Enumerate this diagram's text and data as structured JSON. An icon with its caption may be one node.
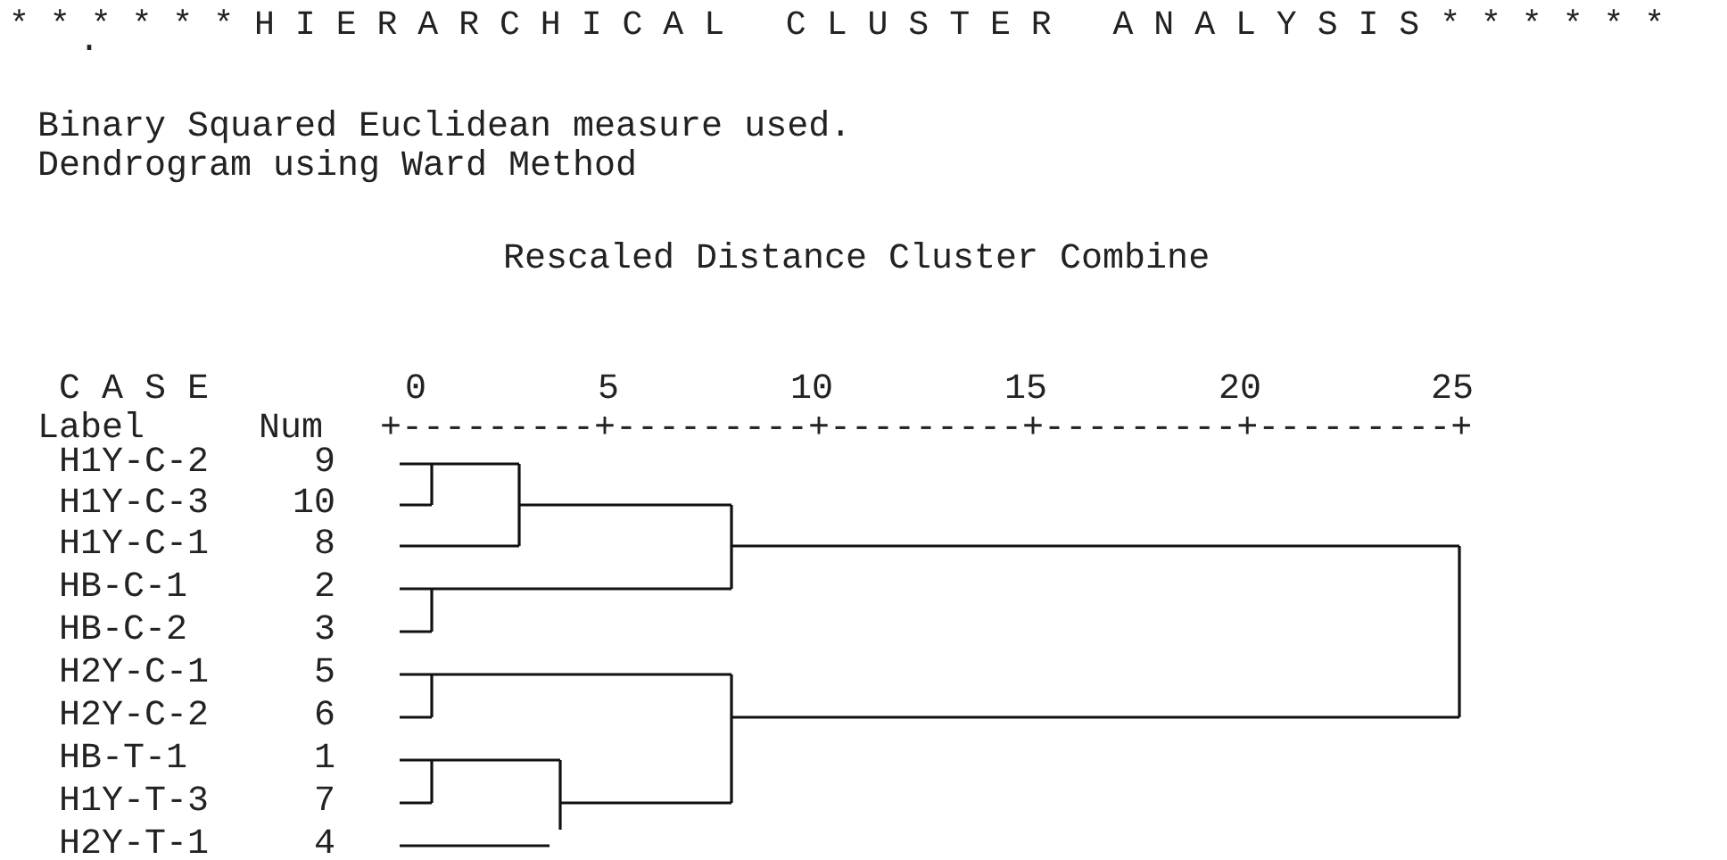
{
  "diagram": {
    "title": "* * * * * * H I E R A R C H I C A L   C L U S T E R   A N A L Y S I S * * * * * *",
    "labels": [
      ".",
      "Binary Squared Euclidean measure used.",
      "Dendrogram using Ward Method",
      "Rescaled Distance Cluster Combine",
      "C A S E",
      "0",
      "5",
      "10",
      "15",
      "20",
      "25",
      "Label",
      "Num",
      "+---------+---------+---------+---------+---------+",
      "H1Y-C-2",
      "9",
      "H1Y-C-3",
      "10",
      "H1Y-C-1",
      "8",
      "HB-C-1",
      "2",
      "HB-C-2",
      "3",
      "H2Y-C-1",
      "5",
      "H2Y-C-2",
      "6",
      "HB-T-1",
      "1",
      "H1Y-T-3",
      "7",
      "H2Y-T-1",
      "4"
    ]
  }
}
